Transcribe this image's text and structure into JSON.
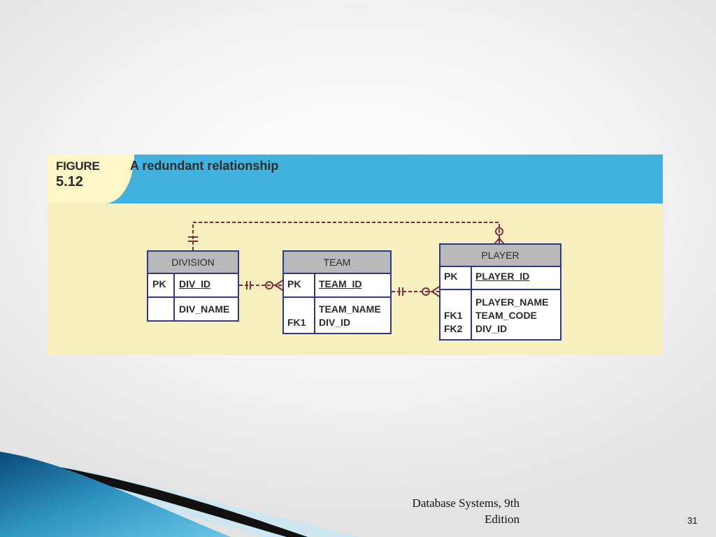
{
  "figure": {
    "label": "FIGURE",
    "number": "5.12",
    "title": "A redundant relationship",
    "colors": {
      "header": "#41b2dd",
      "body": "#f7efbd",
      "entity_border": "#2d3a8c",
      "entity_header": "#b9b9b9",
      "relationship_line": "#7a2f3a"
    }
  },
  "entities": {
    "division": {
      "name": "DIVISION",
      "pk_key": "PK",
      "pk_field": "DIV_ID",
      "attr": "DIV_NAME"
    },
    "team": {
      "name": "TEAM",
      "pk_key": "PK",
      "pk_field": "TEAM_ID",
      "attr": "TEAM_NAME",
      "fk1_key": "FK1",
      "fk1_field": "DIV_ID"
    },
    "player": {
      "name": "PLAYER",
      "pk_key": "PK",
      "pk_field": "PLAYER_ID",
      "attr": "PLAYER_NAME",
      "fk1_key": "FK1",
      "fk1_field": "TEAM_CODE",
      "fk2_key": "FK2",
      "fk2_field": "DIV_ID"
    }
  },
  "relationships": [
    {
      "from": "DIVISION",
      "to": "TEAM",
      "notation": "one-to-many"
    },
    {
      "from": "TEAM",
      "to": "PLAYER",
      "notation": "one-to-many"
    },
    {
      "from": "DIVISION",
      "to": "PLAYER",
      "notation": "one-to-many"
    }
  ],
  "footer": {
    "title_line1": "Database Systems, 9th",
    "title_line2": "Edition",
    "page_number": "31"
  }
}
